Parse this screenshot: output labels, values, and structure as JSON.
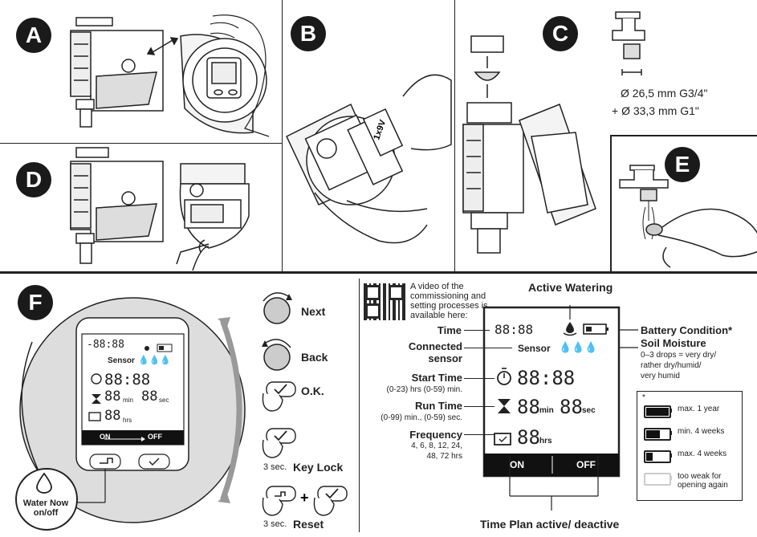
{
  "badges": {
    "a": "A",
    "b": "B",
    "c": "C",
    "d": "D",
    "e": "E",
    "f": "F"
  },
  "panel_b": {
    "battery_label": "1x9V"
  },
  "panel_c": {
    "dim1": "Ø 26,5 mm G3/4\"",
    "dim2": "+ Ø 33,3 mm G1\""
  },
  "panel_f": {
    "device": {
      "time": "-88:88",
      "sensor": "Sensor",
      "start": "88:88",
      "run_min": "88",
      "min": "min",
      "run_sec": "88",
      "sec": "sec",
      "freq": "88",
      "hrs": "hrs",
      "on": "ON",
      "off": "OFF"
    },
    "water_now": "Water Now on/off",
    "buttons": {
      "next": "Next",
      "back": "Back",
      "ok": "O.K.",
      "keylock_prefix": "3 sec.",
      "keylock": "Key Lock",
      "reset_prefix": "3 sec.",
      "reset": "Reset"
    }
  },
  "qr_text": "A video of the commissioning and setting processes is available here:",
  "diagram": {
    "active_watering": "Active Watering",
    "time": "Time",
    "connected_sensor": "Connected sensor",
    "start_time": "Start Time",
    "start_time_sub": "(0-23) hrs (0-59) min.",
    "run_time": "Run Time",
    "run_time_sub": "(0-99) min., (0-59) sec.",
    "frequency": "Frequency",
    "frequency_sub1": "4, 6, 8, 12, 24,",
    "frequency_sub2": "48, 72 hrs",
    "battery_condition": "Battery Condition*",
    "soil_moisture": "Soil Moisture",
    "soil_sub1": "0–3 drops = very dry/",
    "soil_sub2": "rather dry/humid/",
    "soil_sub3": "very humid",
    "lcd_time": "88:88",
    "lcd_sensor": "Sensor",
    "lcd_start": "88:88",
    "lcd_run_min": "88",
    "lcd_min": "min",
    "lcd_run_sec": "88",
    "lcd_sec": "sec",
    "lcd_freq": "88",
    "lcd_hrs": "hrs",
    "on": "ON",
    "off": "OFF",
    "time_plan": "Time Plan active/ deactive"
  },
  "battery_legend": {
    "asterisk": "*",
    "items": [
      {
        "label": "max. 1 year",
        "level": 1.0
      },
      {
        "label": "min. 4 weeks",
        "level": 0.6
      },
      {
        "label": "max. 4 weeks",
        "level": 0.3
      },
      {
        "label": "too weak for opening again",
        "level": 0.0
      }
    ]
  }
}
